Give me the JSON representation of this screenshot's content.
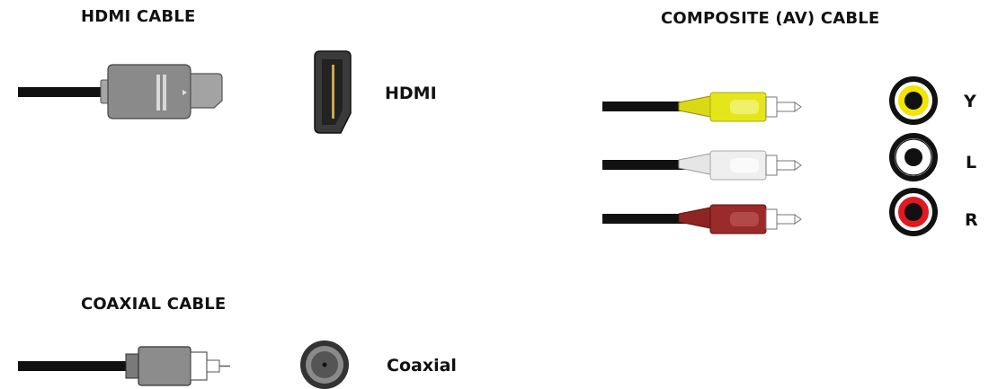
{
  "headings": {
    "hdmi_cable": "HDMI CABLE",
    "composite_cable": "COMPOSITE (AV) CABLE",
    "coaxial_cable": "COAXIAL CABLE"
  },
  "ports": {
    "hdmi": "HDMI",
    "coaxial": "Coaxial",
    "composite": [
      {
        "label": "Y",
        "color": "#f2e600",
        "name": "yellow"
      },
      {
        "label": "L",
        "color": "#ffffff",
        "name": "white"
      },
      {
        "label": "R",
        "color": "#e3191f",
        "name": "red"
      }
    ]
  },
  "colors": {
    "cable": "#111111",
    "hdmi_plug": "#8a8a8a",
    "coax_plug": "#8c8c8c",
    "rca_yellow": "#e5e61a",
    "rca_white": "#efefef",
    "rca_red": "#9b2a2a"
  }
}
